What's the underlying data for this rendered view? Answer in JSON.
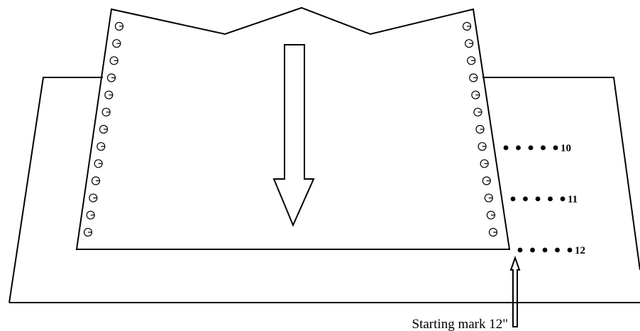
{
  "diagram": {
    "markers": [
      {
        "label": "10",
        "dots": 5
      },
      {
        "label": "11",
        "dots": 5
      },
      {
        "label": "12",
        "dots": 5
      }
    ],
    "caption": "Starting mark 12\"",
    "colors": {
      "stroke": "#000000",
      "background": "#ffffff"
    }
  }
}
